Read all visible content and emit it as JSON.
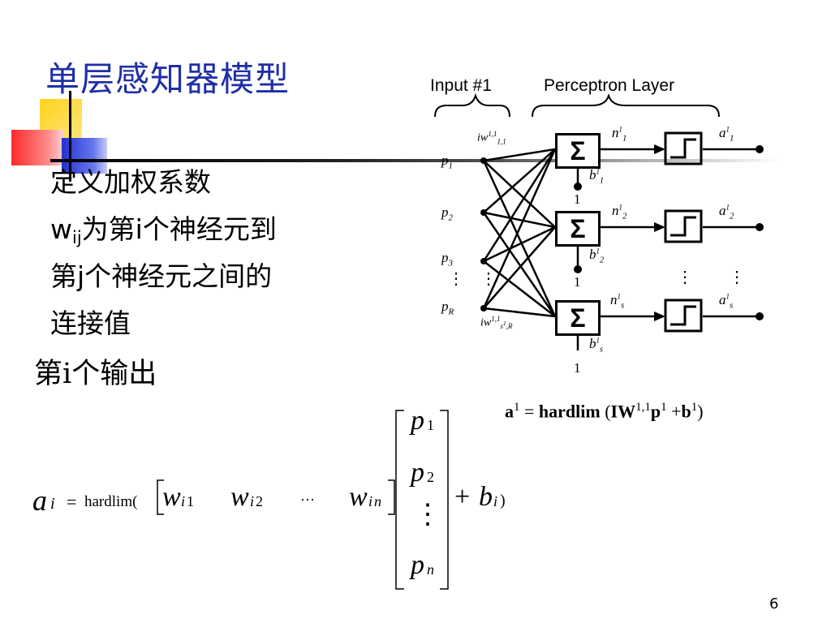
{
  "slide": {
    "title": "单层感知器模型",
    "definition": {
      "line1": "定义加权系数",
      "w": "w",
      "w_sub": "ij",
      "line2_rest": "为第i个神经元到",
      "line3": "第j个神经元之间的",
      "line4": "连接值"
    },
    "output_label": "第i个输出",
    "page_number": "6"
  },
  "diagram": {
    "input_label": "Input #1",
    "layer_label": "Perceptron Layer",
    "inputs": [
      "p",
      "p",
      "p",
      "p"
    ],
    "input_subs": [
      "1",
      "2",
      "3",
      "R"
    ],
    "weight_top": "iw",
    "weight_top_sup": "1,1",
    "weight_top_sub": "1,1",
    "weight_bottom": "iw",
    "weight_bottom_sup": "1,1",
    "weight_bottom_sub": "s",
    "weight_bottom_sub2": "1",
    "weight_bottom_sub3": ",R",
    "sum_symbol": "Σ",
    "n_labels": [
      "n",
      "n",
      "n"
    ],
    "n_subs": [
      "1",
      "2",
      "s"
    ],
    "n_sup": "1",
    "b_labels": [
      "b",
      "b",
      "b"
    ],
    "b_subs": [
      "1",
      "2",
      "s"
    ],
    "b_sup": "1",
    "bias_one": "1",
    "a_labels": [
      "a",
      "a",
      "a"
    ],
    "a_subs": [
      "1",
      "2",
      "s"
    ],
    "a_sup": "1",
    "equation": {
      "lhs": "a",
      "lhs_sup": "1",
      "eq": " = ",
      "func": "hardlim",
      "open": " (",
      "iw": "IW",
      "iw_sup": "1,1",
      "p": "p",
      "p_sup": "1",
      "plus": " +",
      "b": "b",
      "b_sup": "1",
      "close": ")"
    }
  },
  "formula": {
    "a": "a",
    "i": "i",
    "eq": "=",
    "func": "hardlim(",
    "w": "w",
    "idx1": "1",
    "idx2": "2",
    "idxn": "n",
    "dots": "···",
    "p": "p",
    "vdots": "⋮",
    "plus": "+",
    "b": "b",
    "close": ")"
  }
}
